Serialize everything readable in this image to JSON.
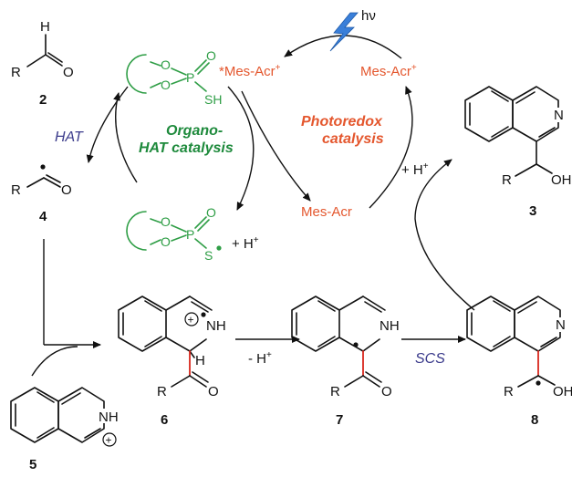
{
  "colors": {
    "organo": "#1e8a3c",
    "organo_struct": "#2f9e46",
    "photoredox": "#e4572e",
    "hat": "#3c3c8c",
    "hv_bolt": "#3a7fd9",
    "new_bond": "#d9261c",
    "ink": "#111111"
  },
  "icons": {
    "light": "lightning-bolt-icon"
  },
  "labels": {
    "hv": "hν",
    "mes_acr_star": "*Mes-Acr",
    "mes_acr_cation": "Mes-Acr",
    "plus_sup": "+",
    "mes_acr": "Mes-Acr",
    "organo_1": "Organo-",
    "organo_2": "HAT catalysis",
    "photo_1": "Photoredox",
    "photo_2": "catalysis",
    "hat": "HAT",
    "scs": "SCS",
    "plus_h": "+ H",
    "minus_h": "- H"
  },
  "compounds": {
    "c2": "2",
    "c3": "3",
    "c4": "4",
    "c5": "5",
    "c6": "6",
    "c7": "7",
    "c8": "8"
  },
  "atoms": {
    "H": "H",
    "R": "R",
    "O": "O",
    "P": "P",
    "SH": "SH",
    "S": "S",
    "N": "N",
    "NH": "NH",
    "OH": "OH",
    "plus_circle": "+"
  }
}
